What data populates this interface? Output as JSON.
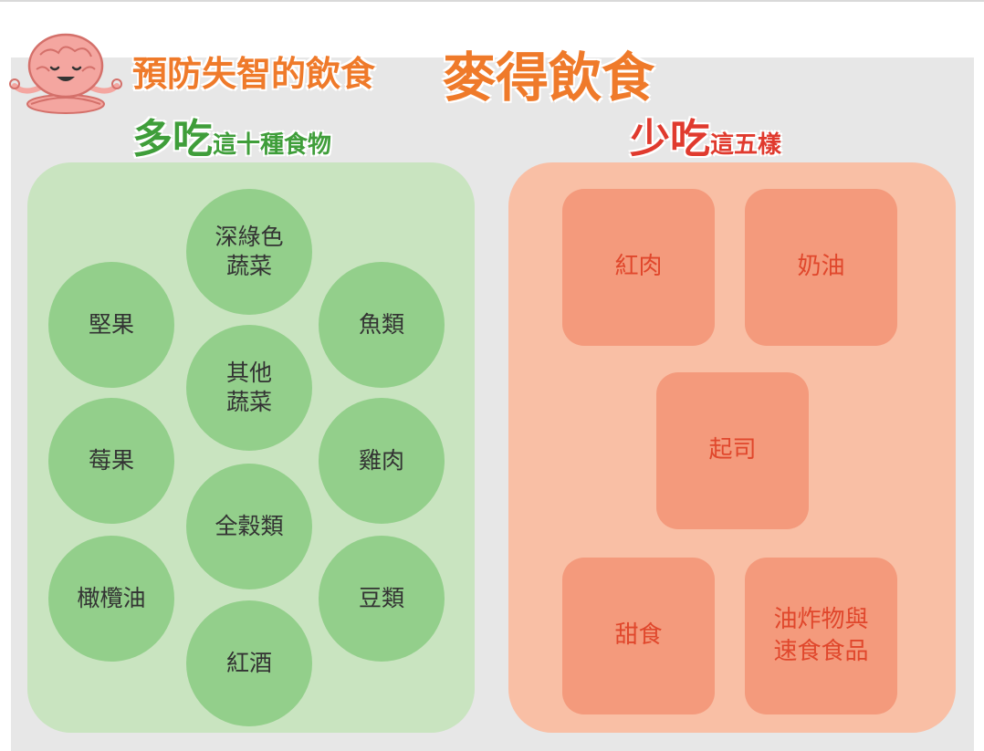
{
  "header": {
    "title_small": "預防失智的飲食",
    "title_big": "麥得飲食"
  },
  "eat_more": {
    "heading_big": "多吃",
    "heading_small": "這十種食物",
    "items": [
      "深綠色\n蔬菜",
      "堅果",
      "魚類",
      "其他\n蔬菜",
      "莓果",
      "雞肉",
      "全穀類",
      "橄欖油",
      "豆類",
      "紅酒"
    ]
  },
  "eat_less": {
    "heading_big": "少吃",
    "heading_small": "這五樣",
    "items": [
      "紅肉",
      "奶油",
      "起司",
      "甜食",
      "油炸物與\n速食食品"
    ]
  },
  "colors": {
    "title_orange": "#ef7a2a",
    "green_heading": "#3f9e3a",
    "red_heading": "#e03a2e",
    "green_panel": "#c9e4c0",
    "green_circle": "#93cf8b",
    "red_panel": "#f9bfa5",
    "red_box": "#f49a7c",
    "red_box_text": "#e0472c"
  },
  "icons": {
    "mascot": "meditating-brain-icon"
  }
}
